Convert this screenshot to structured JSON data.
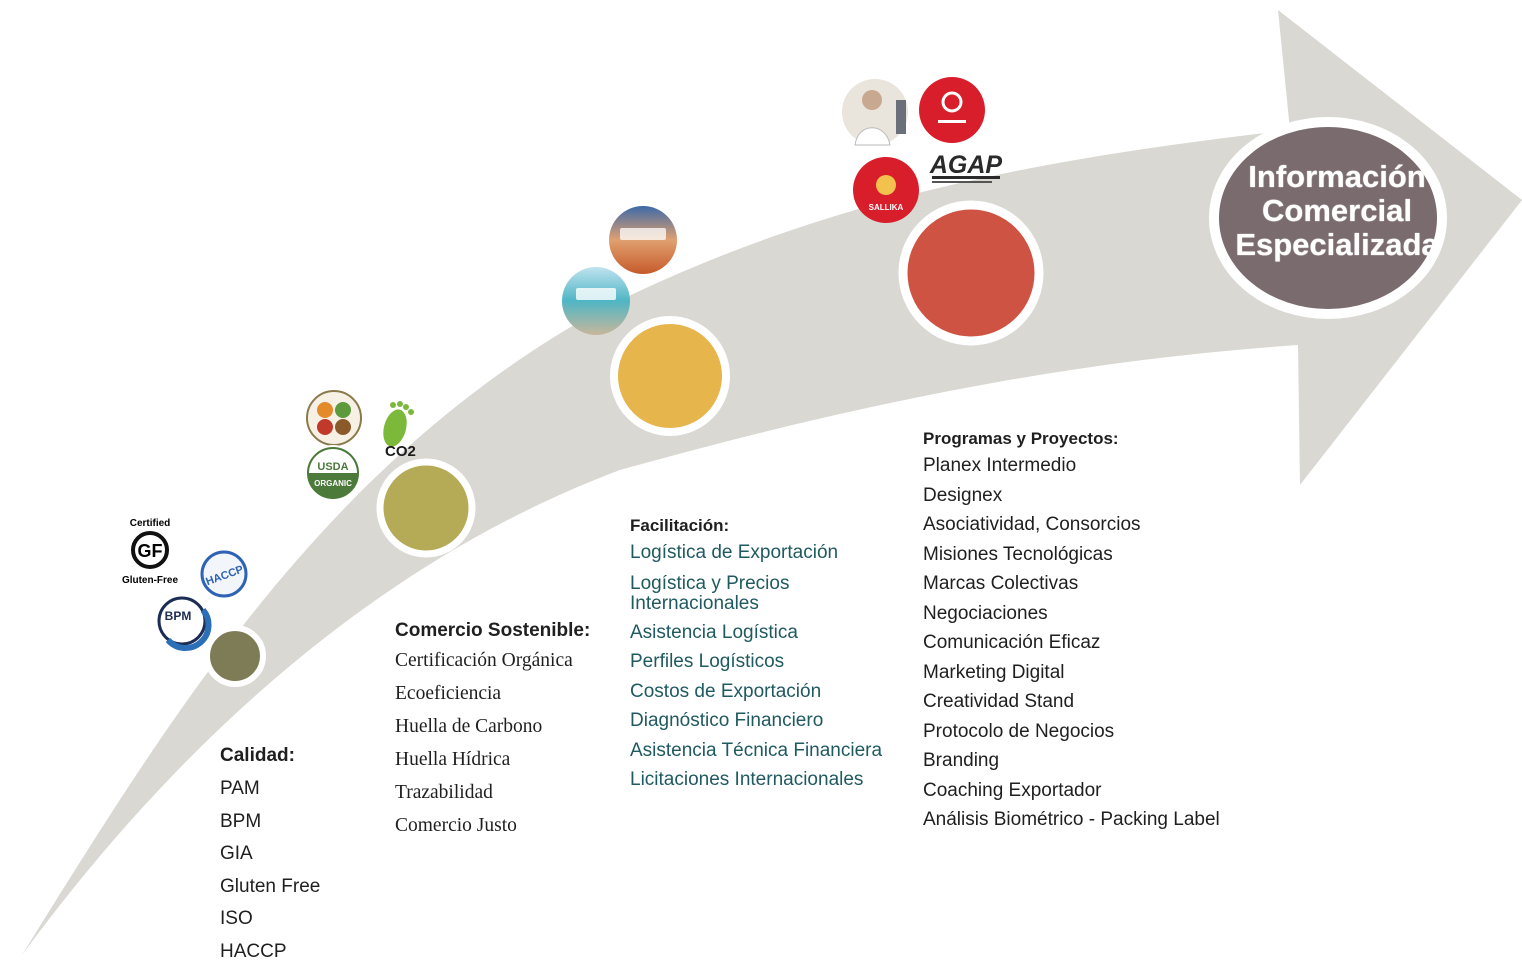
{
  "stages": [
    {
      "id": "calidad",
      "color": "#7e7c56",
      "header": "Calidad:",
      "items": [
        "PAM",
        "BPM",
        "GIA",
        "Gluten Free",
        "ISO",
        "HACCP"
      ],
      "logos": [
        "Certified",
        "GF",
        "Gluten-Free",
        "HACCP",
        "BPM"
      ]
    },
    {
      "id": "comercio-sostenible",
      "color": "#b5ab56",
      "header": "Comercio Sostenible:",
      "items": [
        "Certificación Orgánica",
        "Ecoeficiencia",
        "Huella de Carbono",
        "Huella Hídrica",
        "Trazabilidad",
        "Comercio Justo"
      ],
      "logos": [
        "USDA",
        "ORGANIC",
        "CO2"
      ]
    },
    {
      "id": "facilitacion",
      "color": "#e6b54c",
      "header": "Facilitación:",
      "items": [
        "Logística de Exportación",
        "Logística y Precios Internacionales",
        "Asistencia Logística",
        "Perfiles Logísticos",
        "Costos de Exportación",
        "Diagnóstico Financiero",
        "Asistencia Técnica Financiera",
        "Licitaciones Internacionales"
      ]
    },
    {
      "id": "programas-proyectos",
      "color": "#cf5343",
      "header": "Programas y Proyectos:",
      "items": [
        "Planex Intermedio",
        "Designex",
        "Asociatividad, Consorcios",
        "Misiones Tecnológicas",
        "Marcas Colectivas",
        "Negociaciones",
        "Comunicación Eficaz",
        "Marketing Digital",
        "Creatividad Stand",
        "Protocolo de Negocios",
        "Branding",
        "Coaching Exportador",
        "Análisis Biométrico - Packing Label"
      ],
      "logos": [
        "AGAP",
        "SALLIKA"
      ]
    },
    {
      "id": "informacion-comercial",
      "color": "#7a6b6e",
      "title_lines": [
        "Información",
        "Comercial",
        "Especializada"
      ]
    }
  ],
  "colors": {
    "arrow": "#d9d8d2",
    "node_ring": "#ffffff"
  }
}
